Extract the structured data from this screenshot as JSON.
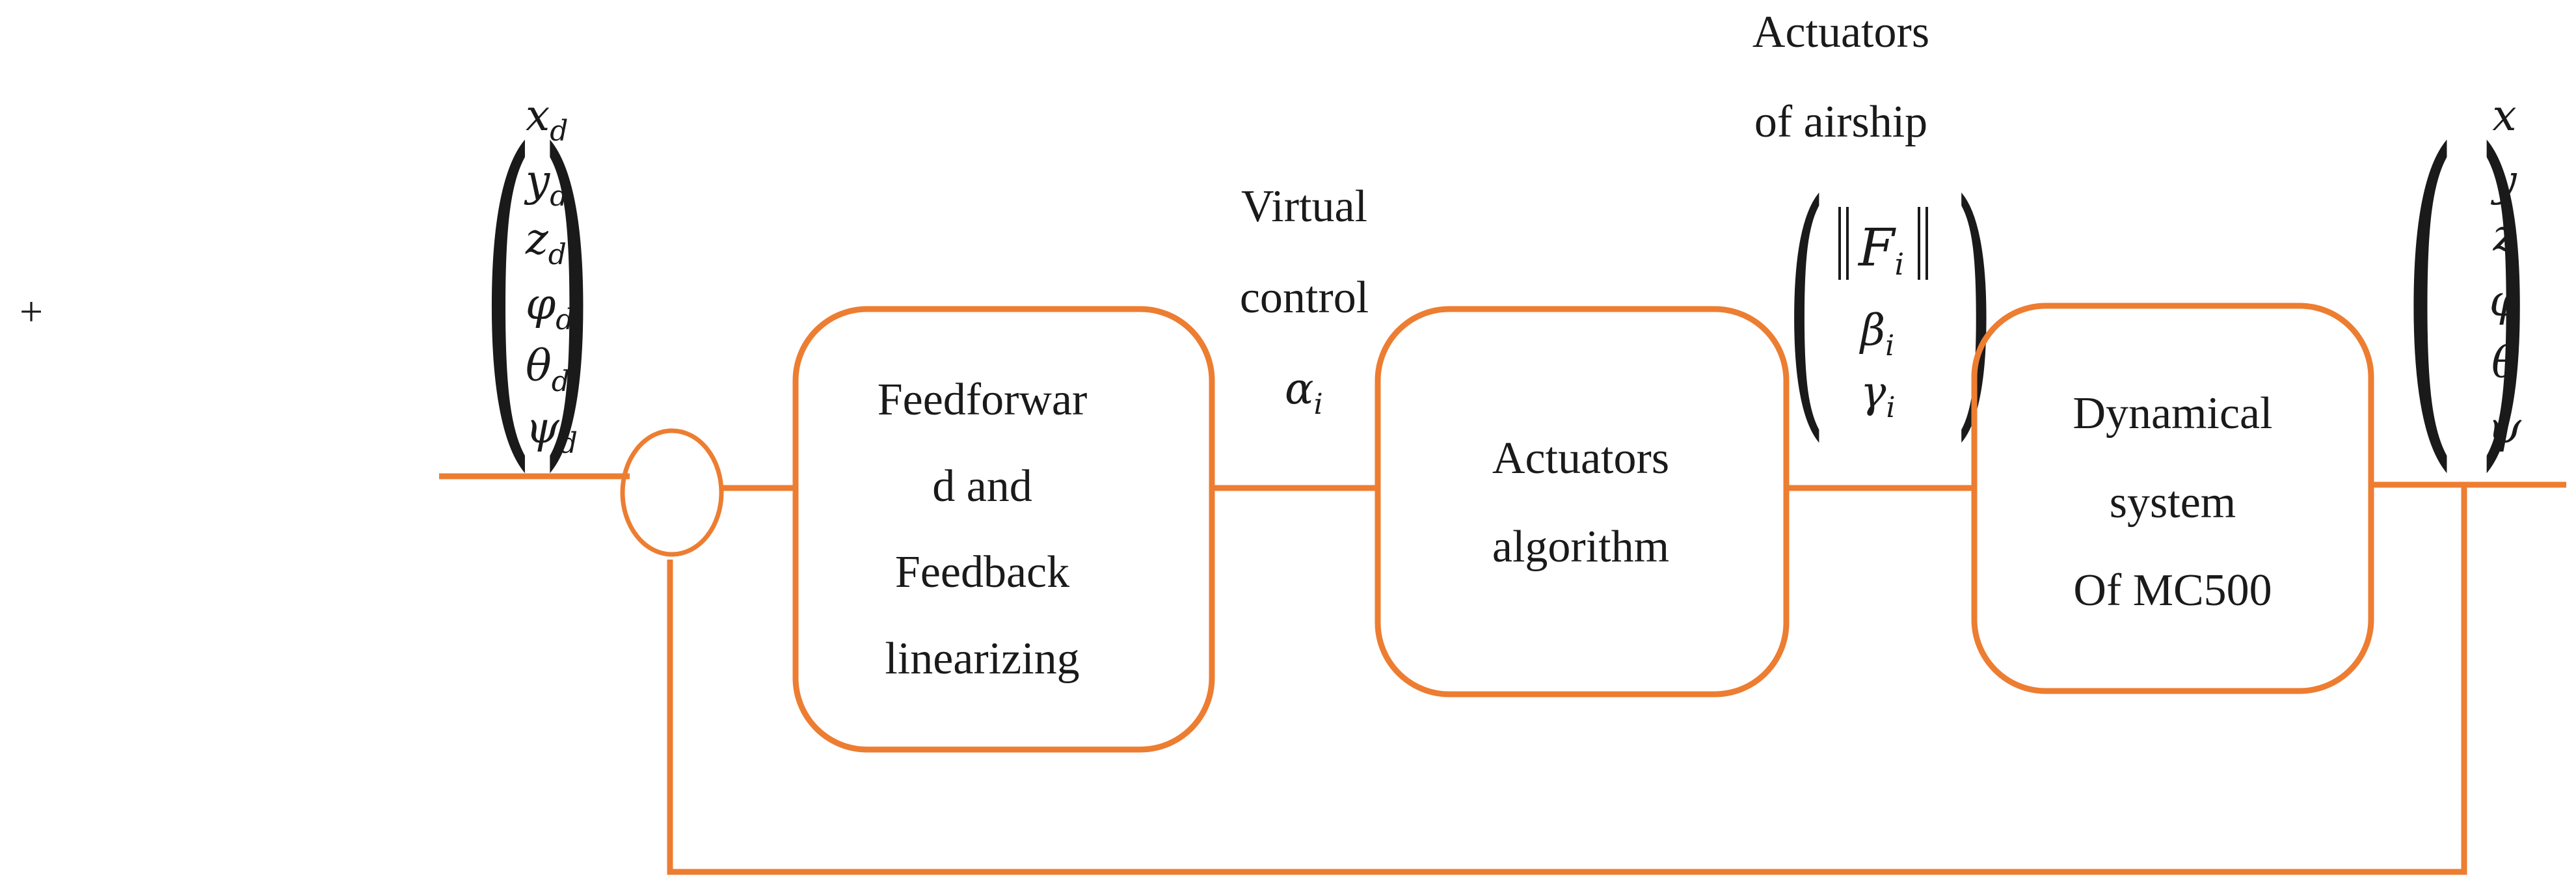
{
  "colors": {
    "accent": "#ed7d31",
    "text": "#1a1a1a",
    "background": "#ffffff"
  },
  "summing_junction": {
    "plus_sign": "+"
  },
  "input_vector": {
    "entries": [
      "xd",
      "yd",
      "zd",
      "φd",
      "θd",
      "ψd"
    ]
  },
  "blocks": {
    "controller": {
      "lines": [
        "Feedforwar",
        "d and",
        "Feedback",
        "linearizing"
      ]
    },
    "actuators": {
      "lines": [
        "Actuators",
        "algorithm"
      ]
    },
    "dynamics": {
      "lines": [
        "Dynamical",
        "system",
        "Of MC500"
      ]
    }
  },
  "virtual_control": {
    "lines": [
      "Virtual",
      "control"
    ],
    "symbol": "α",
    "subscript": "i"
  },
  "actuator_outputs": {
    "heading": [
      "Actuators",
      "of airship"
    ],
    "force_symbol": "F",
    "force_subscript": "i",
    "entries": [
      {
        "symbol": "β",
        "subscript": "i"
      },
      {
        "symbol": "γ",
        "subscript": "i"
      }
    ]
  },
  "output_vector": {
    "entries": [
      "x",
      "y",
      "z",
      "φ",
      "θ",
      "ψ"
    ]
  }
}
